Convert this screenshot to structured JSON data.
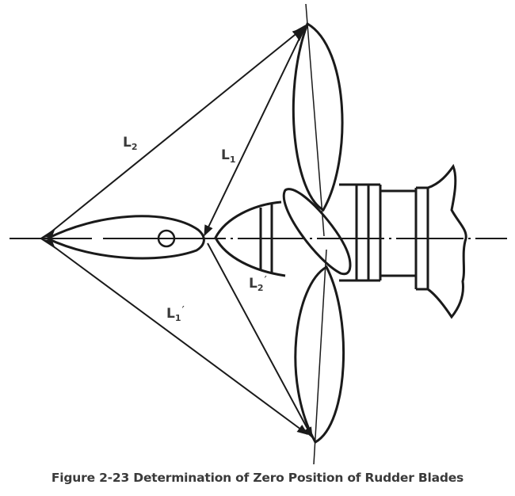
{
  "figure": {
    "caption": "Figure 2-23 Determination of Zero Position of Rudder Blades",
    "labels": {
      "L2": {
        "base": "L",
        "sub": "2",
        "prime": ""
      },
      "L1": {
        "base": "L",
        "sub": "1",
        "prime": ""
      },
      "L2_prime": {
        "base": "L",
        "sub": "2",
        "prime": "′"
      },
      "L1_prime": {
        "base": "L",
        "sub": "1",
        "prime": "′"
      }
    },
    "components": [
      "left-rudder-blade",
      "upper-rudder-blade",
      "lower-rudder-blade",
      "propeller-hub-cone",
      "propeller-blade-diagonal",
      "shaft-flanges",
      "stern-tube-section",
      "centerline"
    ],
    "colors": {
      "ink": "#1a1a1a",
      "label": "#3a3a3a",
      "background": "#ffffff"
    }
  }
}
